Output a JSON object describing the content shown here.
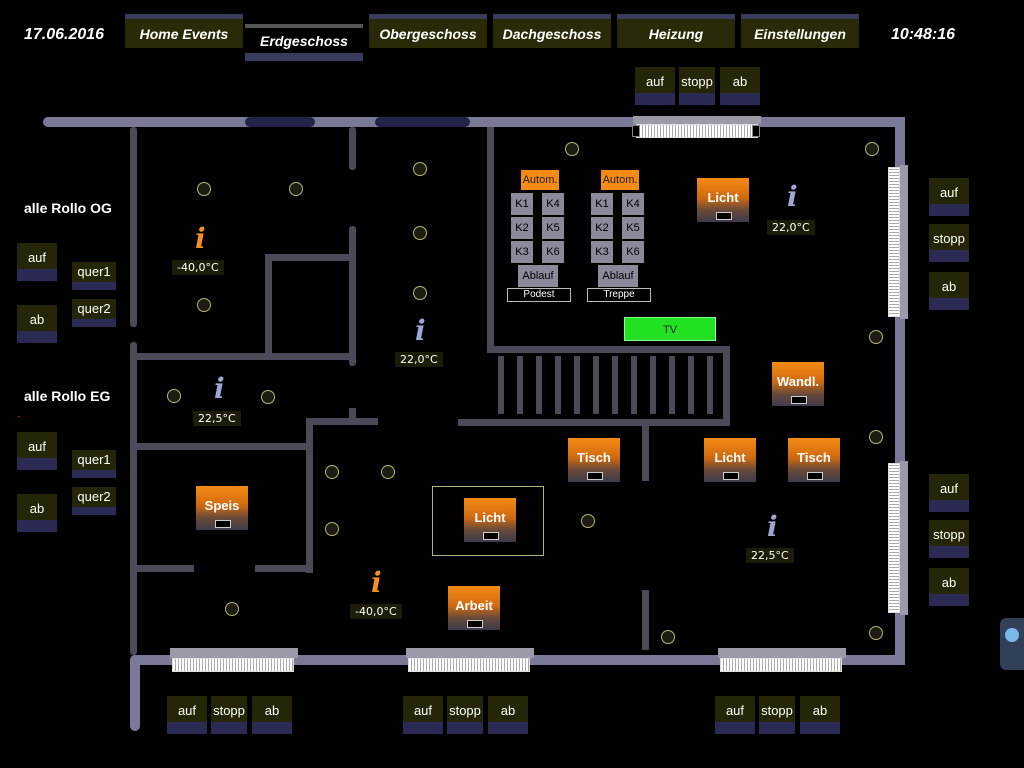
{
  "header": {
    "date": "17.06.2016",
    "time": "10:48:16",
    "tabs": [
      {
        "label": "Home  Events"
      },
      {
        "label": "Erdgeschoss"
      },
      {
        "label": "Obergeschoss"
      },
      {
        "label": "Dachgeschoss"
      },
      {
        "label": "Heizung"
      },
      {
        "label": "Einstellungen"
      }
    ]
  },
  "controls": {
    "up": "auf",
    "stop": "stopp",
    "down": "ab",
    "tilt": "quer1",
    "tilt2": "quer2"
  },
  "groups": {
    "og": "alle Rollo OG",
    "eg": "alle Rollo EG"
  },
  "temps": {
    "t1": "-40,0°C",
    "t2": "22,0°C",
    "t3": "22,5°C",
    "t4": "22,0°C",
    "t5": "22,5°C",
    "t6": "-40,0°C"
  },
  "lights": {
    "licht": "Licht",
    "wandl": "Wandl.",
    "tisch": "Tisch",
    "speis": "Speis",
    "arbeit": "Arbeit"
  },
  "blinds_panel": {
    "auto": "Autom.",
    "k1": "K1",
    "k2": "K2",
    "k3": "K3",
    "k4": "K4",
    "k5": "K5",
    "k6": "K6",
    "ablauf": "Ablauf",
    "podest": "Podest",
    "treppe": "Treppe"
  },
  "tv": {
    "label": "TV",
    "color": "#22e022"
  },
  "colors": {
    "accent": "#f58a14",
    "wall": "#7a7a98",
    "tab_bg": "#2a2a08",
    "button_stripe": "#2a2a55"
  }
}
